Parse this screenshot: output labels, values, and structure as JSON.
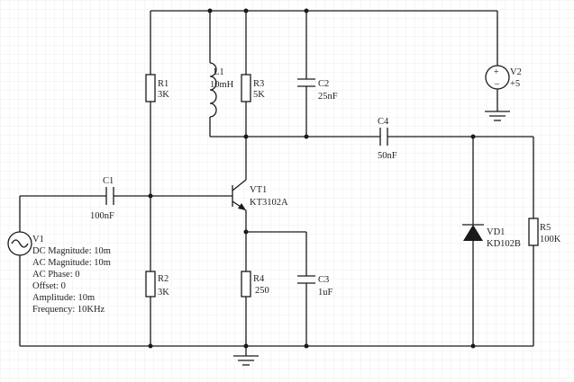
{
  "components": {
    "r1": {
      "ref": "R1",
      "value": "3K"
    },
    "r2": {
      "ref": "R2",
      "value": "3K"
    },
    "r3": {
      "ref": "R3",
      "value": "5K"
    },
    "r4": {
      "ref": "R4",
      "value": "250"
    },
    "r5": {
      "ref": "R5",
      "value": "100K"
    },
    "l1": {
      "ref": "L1",
      "value": "10mH"
    },
    "c1": {
      "ref": "C1",
      "value": "100nF"
    },
    "c2": {
      "ref": "C2",
      "value": "25nF"
    },
    "c3": {
      "ref": "C3",
      "value": "1uF"
    },
    "c4": {
      "ref": "C4",
      "value": "50nF"
    },
    "vt1": {
      "ref": "VT1",
      "value": "KT3102A"
    },
    "vd1": {
      "ref": "VD1",
      "value": "KD102B"
    },
    "v2": {
      "ref": "V2",
      "value": "+5"
    },
    "v1": {
      "ref": "V1",
      "params": [
        "DC Magnitude: 10m",
        "AC Magnitude: 10m",
        "AC Phase: 0",
        "Offset: 0",
        "Amplitude: 10m",
        "Frequency: 10KHz"
      ]
    }
  },
  "colors": {
    "wire": "#1a1a1a",
    "grid": "#eeeeee",
    "background": "#ffffff"
  },
  "icons": {
    "ground": "ground-icon",
    "source_dc": "dc-source-icon",
    "source_ac": "ac-source-icon"
  }
}
